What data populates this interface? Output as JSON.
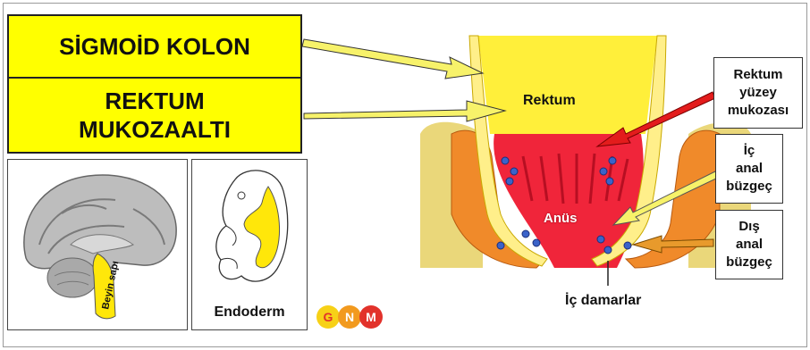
{
  "boxes": {
    "sigmoid": "SİGMOİD KOLON",
    "rektum_mukozaalti": "REKTUM\nMUKOZAALTI"
  },
  "thumbnails": {
    "brain_label": "Beyin sapı",
    "embryo_label": "Endoderm"
  },
  "logo": {
    "letters": [
      "G",
      "N",
      "M"
    ]
  },
  "anatomy": {
    "rektum": "Rektum",
    "anus": "Anüs",
    "ic_damarlar": "İç damarlar"
  },
  "callouts": {
    "rektum_yuzey": "Rektum\nyüzey\nmukozası",
    "ic_anal": "İç\nanal\nbüzgeç",
    "dis_anal": "Dış\nanal\nbüzgeç"
  },
  "colors": {
    "highlight": "#ffff00",
    "arrow_red": "#e31c1c",
    "arrow_yellow": "#f5f26a",
    "arrow_orange": "#e89a2c",
    "logo_yellow": "#f7d117",
    "logo_orange": "#f29a1e",
    "logo_red": "#e2322b"
  }
}
